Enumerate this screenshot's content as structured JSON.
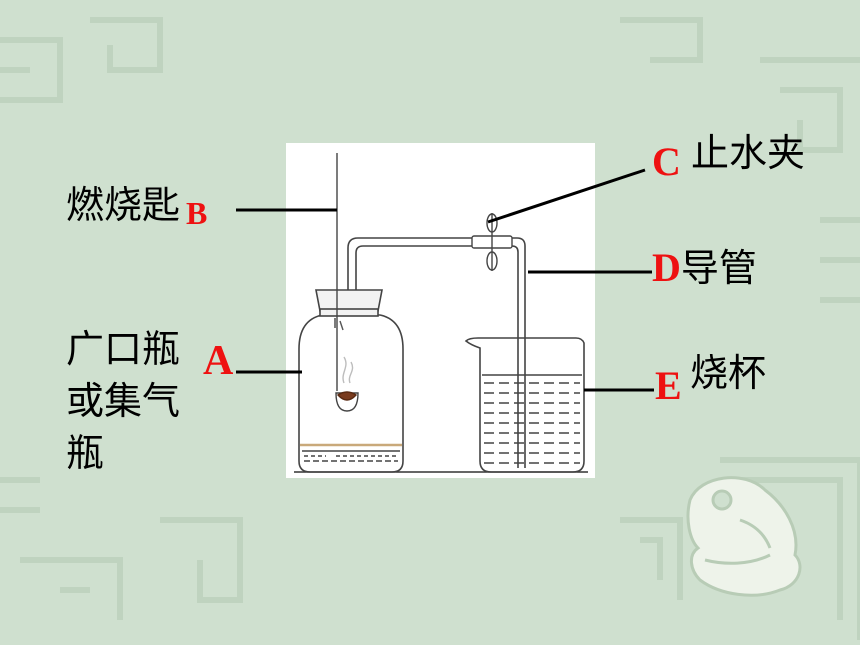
{
  "labels": {
    "B": {
      "letter": "B",
      "name": "燃烧匙"
    },
    "A": {
      "letter": "A",
      "name_lines": [
        "广口瓶",
        "或集气",
        "瓶"
      ]
    },
    "C": {
      "letter": "C",
      "name": "止水夹"
    },
    "D": {
      "letter": "D",
      "name": "导管"
    },
    "E": {
      "letter": "E",
      "name": "烧杯"
    }
  },
  "colors": {
    "background": "#cfe0cf",
    "letter": "#ee1111",
    "text": "#000000"
  }
}
